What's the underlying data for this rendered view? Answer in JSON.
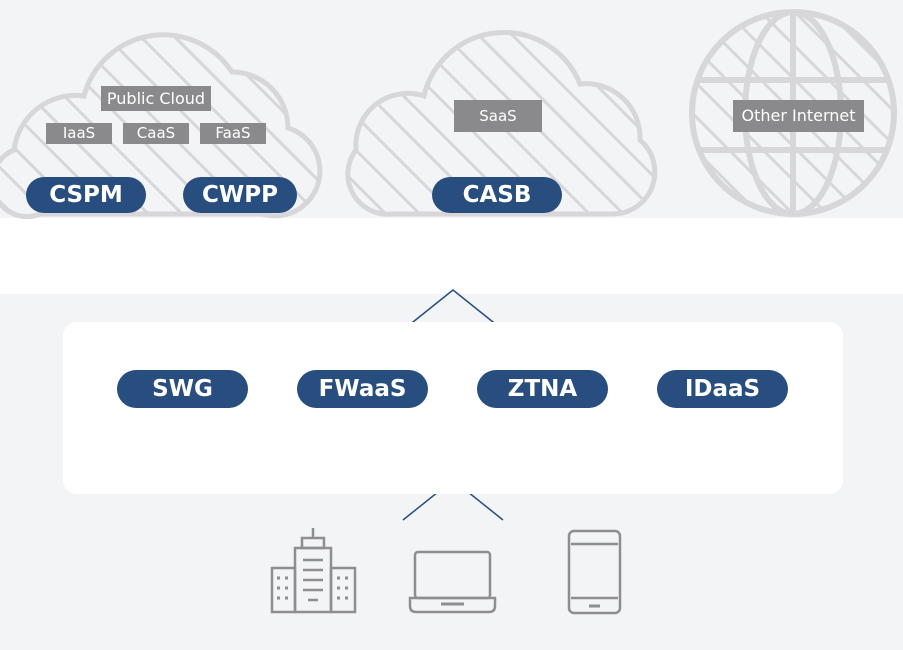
{
  "clouds": {
    "public_cloud": {
      "label": "Public Cloud",
      "services": [
        "IaaS",
        "CaaS",
        "FaaS"
      ],
      "tools": [
        "CSPM",
        "CWPP"
      ]
    },
    "saas": {
      "label": "SaaS",
      "tools": [
        "CASB"
      ]
    },
    "internet": {
      "label": "Other Internet"
    }
  },
  "edge": {
    "services": [
      "SWG",
      "FWaaS",
      "ZTNA",
      "IDaaS"
    ]
  },
  "endpoints": [
    "building-icon",
    "laptop-icon",
    "tablet-icon"
  ],
  "colors": {
    "pill": "#284d7f",
    "tag": "#8a8a8c",
    "outline": "#d7d7d9",
    "device": "#8e8e90",
    "connector": "#284d7f"
  }
}
